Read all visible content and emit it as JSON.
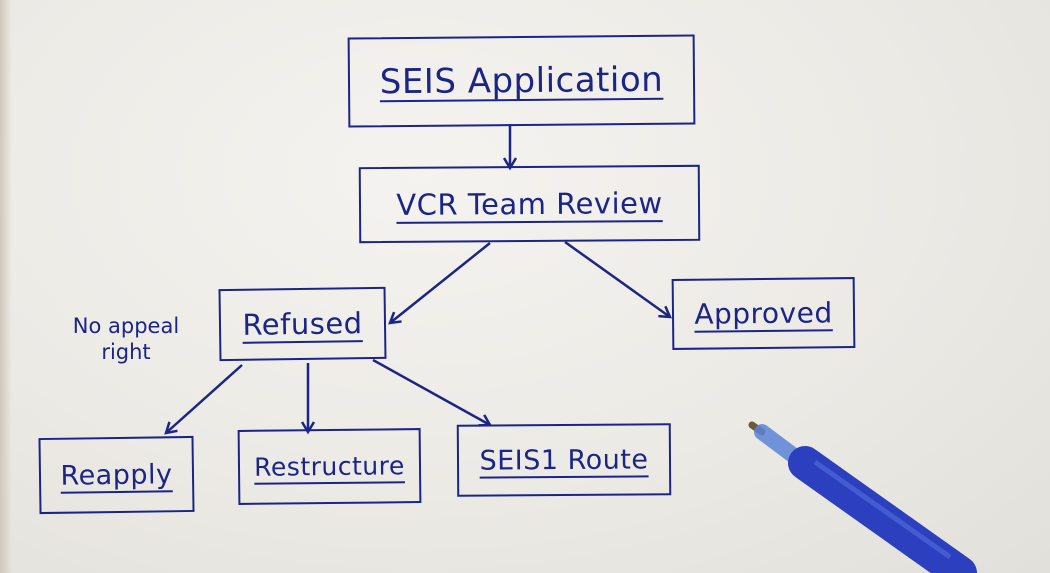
{
  "diagram": {
    "title": "SEIS Application flowchart (hand-drawn)",
    "ink_color": "#1c2585",
    "nodes": [
      {
        "id": "seis-application",
        "label": "SEIS Application"
      },
      {
        "id": "vcr-team-review",
        "label": "VCR Team Review"
      },
      {
        "id": "refused",
        "label": "Refused"
      },
      {
        "id": "approved",
        "label": "Approved"
      },
      {
        "id": "reapply",
        "label": "Reapply"
      },
      {
        "id": "restructure",
        "label": "Restructure"
      },
      {
        "id": "seis1-route",
        "label": "SEIS1 Route"
      }
    ],
    "edges": [
      {
        "from": "seis-application",
        "to": "vcr-team-review"
      },
      {
        "from": "vcr-team-review",
        "to": "refused"
      },
      {
        "from": "vcr-team-review",
        "to": "approved"
      },
      {
        "from": "refused",
        "to": "reapply"
      },
      {
        "from": "refused",
        "to": "restructure"
      },
      {
        "from": "refused",
        "to": "seis1-route"
      }
    ],
    "annotations": [
      {
        "attached_to": "refused",
        "text_line1": "No appeal",
        "text_line2": "right"
      }
    ]
  },
  "objects": {
    "pen": "blue ballpoint pen"
  }
}
